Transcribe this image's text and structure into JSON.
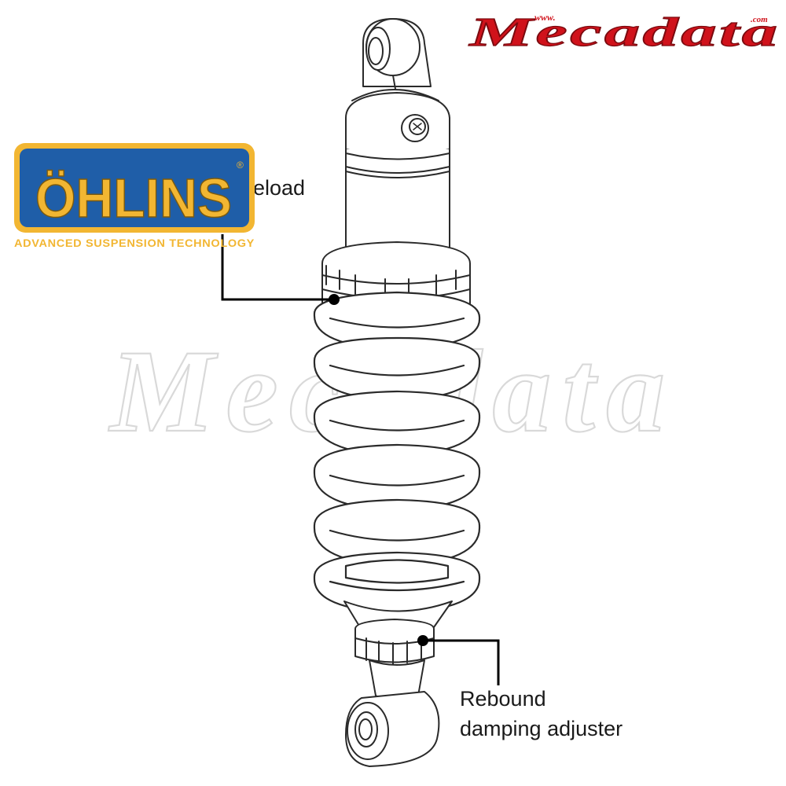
{
  "brand_logo": {
    "text": "Mecadata",
    "prefix": "www.",
    "suffix": ".com",
    "color": "#d0121b"
  },
  "ohlins_logo": {
    "name": "ÖHLINS",
    "registered": "®",
    "tagline": "ADVANCED SUSPENSION TECHNOLOGY",
    "background_color": "#1f5ea8",
    "text_color": "#f2b632"
  },
  "watermark": {
    "text": "Mecadata"
  },
  "labels": {
    "preload": "eload",
    "rebound_line1": "Rebound",
    "rebound_line2": "damping adjuster"
  },
  "colors": {
    "line": "#2a2a2a",
    "leader": "#000000"
  }
}
